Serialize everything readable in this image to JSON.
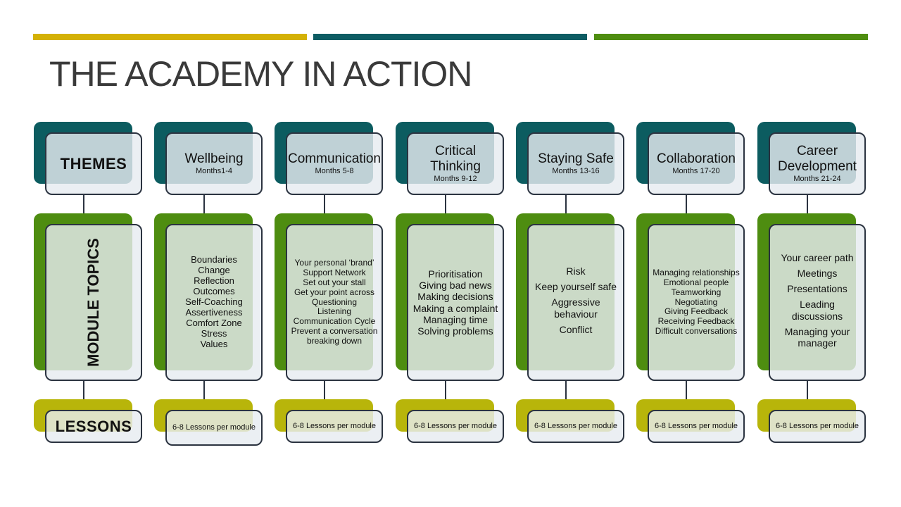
{
  "slide": {
    "title": "THE ACADEMY IN ACTION",
    "accent_colors": [
      "#d4b106",
      "#0d5c63",
      "#4e8d10"
    ]
  },
  "row_labels": {
    "themes": "THEMES",
    "module_topics": "MODULE TOPICS",
    "lessons": "LESSONS"
  },
  "colors": {
    "theme_back": "#0c5c60",
    "topics_back": "#4e8d10",
    "lessons_back": "#b8b50a",
    "outline": "#2b3340"
  },
  "columns": [
    {
      "theme": "Wellbeing",
      "months": "Months1-4",
      "topics": [
        "Boundaries",
        "Change",
        "Reflection",
        "Outcomes",
        "Self-Coaching",
        "Assertiveness",
        "Comfort Zone",
        "Stress",
        "Values"
      ],
      "lessons": "6-8 Lessons per module"
    },
    {
      "theme": "Communication",
      "months": "Months 5-8",
      "topics": [
        "Your personal ‘brand’",
        "Support Network",
        "Set out your stall",
        "Get your point across",
        "Questioning",
        "Listening",
        "Communication Cycle",
        "Prevent a conversation breaking down"
      ],
      "lessons": "6-8 Lessons per module"
    },
    {
      "theme": "Critical Thinking",
      "months": "Months 9-12",
      "topics": [
        "Prioritisation",
        "Giving bad news",
        "Making decisions",
        "Making a complaint",
        "Managing time",
        "Solving problems"
      ],
      "lessons": "6-8 Lessons per module"
    },
    {
      "theme": "Staying Safe",
      "months": "Months 13-16",
      "topics": [
        "Risk",
        "Keep yourself safe",
        "Aggressive behaviour",
        "Conflict"
      ],
      "lessons": "6-8 Lessons per module"
    },
    {
      "theme": "Collaboration",
      "months": "Months 17-20",
      "topics": [
        "Managing relationships",
        "Emotional people",
        "Teamworking",
        "Negotiating",
        "Giving Feedback",
        "Receiving Feedback",
        "Difficult conversations"
      ],
      "lessons": "6-8 Lessons per module"
    },
    {
      "theme": "Career Development",
      "months": "Months 21-24",
      "topics": [
        "Your career path",
        "Meetings",
        "Presentations",
        "Leading discussions",
        "Managing your manager"
      ],
      "lessons": "6-8 Lessons per module"
    }
  ]
}
